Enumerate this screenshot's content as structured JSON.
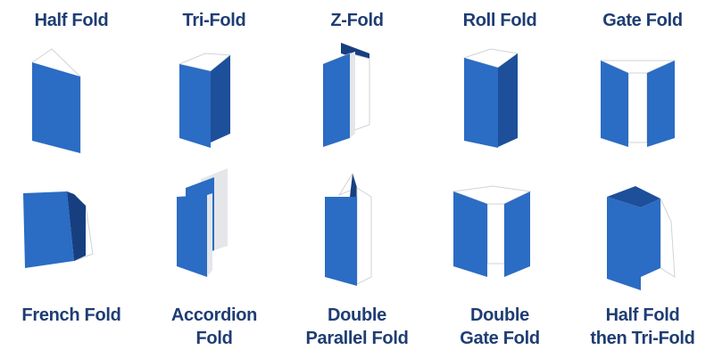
{
  "colors": {
    "blue": "#2b6cc4",
    "blue_dark": "#1d4f9a",
    "blue_deep": "#173f80",
    "paper": "#ffffff",
    "paper_shade": "#e4e6ea",
    "paper_line": "#cfd3d9",
    "text": "#1f3d73"
  },
  "folds": [
    {
      "id": "half-fold",
      "lines": [
        "Half Fold"
      ]
    },
    {
      "id": "tri-fold",
      "lines": [
        "Tri-Fold"
      ]
    },
    {
      "id": "z-fold",
      "lines": [
        "Z-Fold"
      ]
    },
    {
      "id": "roll-fold",
      "lines": [
        "Roll Fold"
      ]
    },
    {
      "id": "gate-fold",
      "lines": [
        "Gate Fold"
      ]
    },
    {
      "id": "french-fold",
      "lines": [
        "French Fold"
      ]
    },
    {
      "id": "accordion-fold",
      "lines": [
        "Accordion",
        "Fold"
      ]
    },
    {
      "id": "double-parallel-fold",
      "lines": [
        "Double",
        "Parallel Fold"
      ]
    },
    {
      "id": "double-gate-fold",
      "lines": [
        "Double",
        "Gate Fold"
      ]
    },
    {
      "id": "half-fold-then-tri-fold",
      "lines": [
        "Half Fold",
        "then Tri-Fold"
      ]
    }
  ]
}
